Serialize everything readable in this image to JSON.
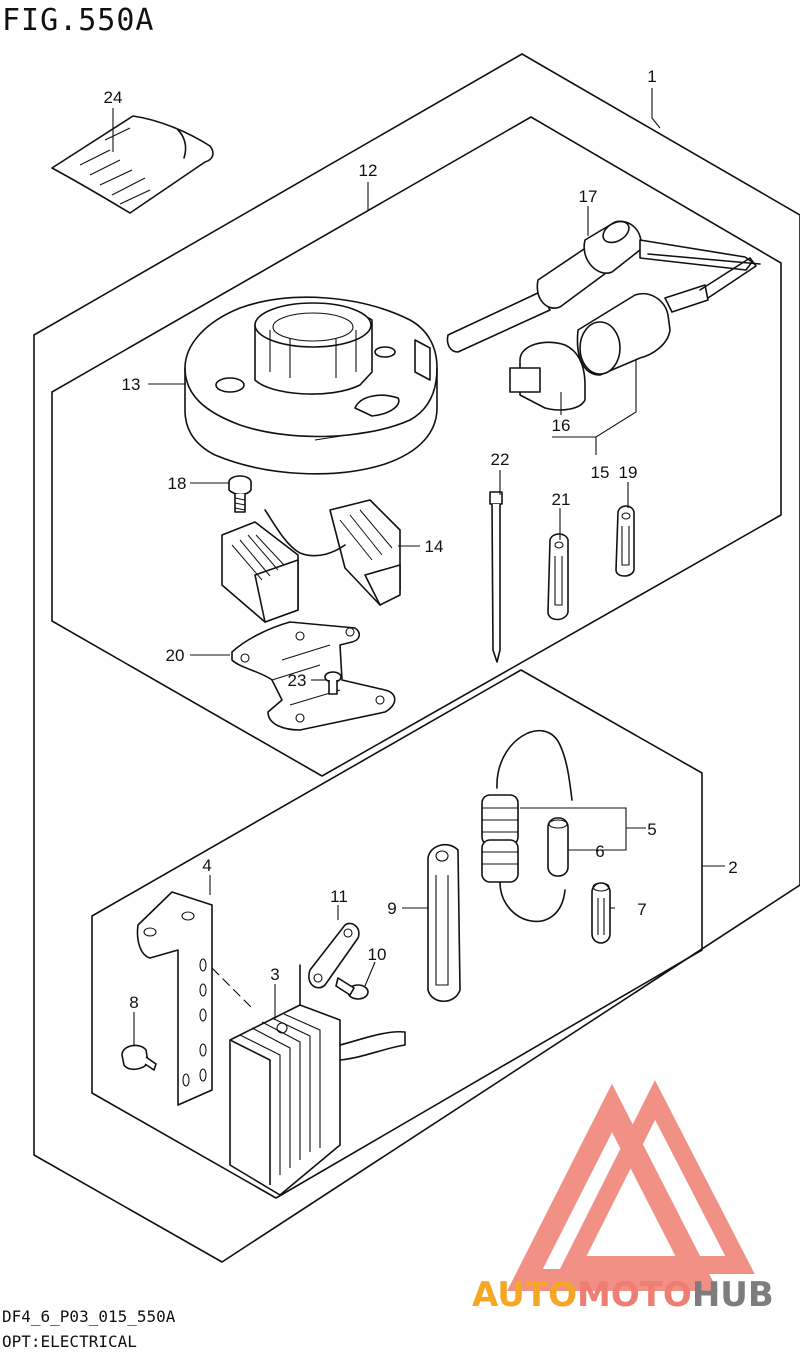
{
  "figure": {
    "title": "FIG.550A",
    "drawing_code": "DF4_6_P03_015_550A",
    "subtitle": "OPT:ELECTRICAL"
  },
  "callouts": {
    "c1": "1",
    "c2": "2",
    "c3": "3",
    "c4": "4",
    "c5": "5",
    "c6": "6",
    "c7": "7",
    "c8": "8",
    "c9": "9",
    "c10": "10",
    "c11": "11",
    "c12": "12",
    "c13": "13",
    "c14": "14",
    "c15": "15",
    "c16": "16",
    "c17": "17",
    "c18": "18",
    "c19": "19",
    "c20": "20",
    "c21": "21",
    "c22": "22",
    "c23": "23",
    "c24": "24"
  },
  "watermark": {
    "brand_part1": "AUTO",
    "brand_part2": "MOTO",
    "brand_part3": "HUB",
    "color_orange": "#f5a623",
    "color_salmon": "#ef7e72",
    "color_gray": "#7d7d7d"
  }
}
